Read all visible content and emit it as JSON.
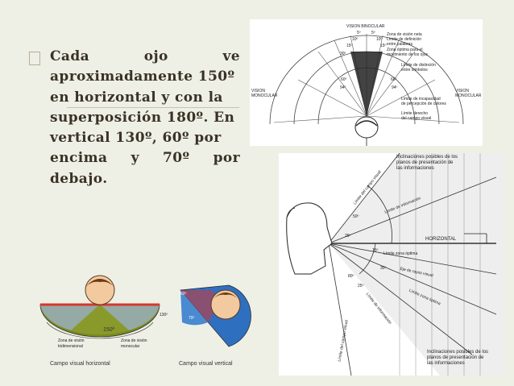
{
  "bullet_text": {
    "lines": [
      [
        "Cada",
        "ojo",
        "ve"
      ],
      [
        "aproximadamente 150º"
      ],
      [
        "en horizontal y con la"
      ],
      [
        "superposición 180º. En"
      ],
      [
        "vertical 130º, 60º por"
      ],
      [
        "encima",
        "y",
        "70º",
        "por"
      ],
      [
        "debajo."
      ]
    ]
  },
  "binocular_figure": {
    "title": "VISION BINOCULAR",
    "left_label": [
      "VISION",
      "MONOCULAR"
    ],
    "right_label": [
      "VISION",
      "MONOCULAR"
    ],
    "angles": [
      "5º",
      "5º",
      "10º",
      "10º",
      "15º",
      "15º",
      "30º",
      "60º",
      "60º",
      "94º",
      "94º"
    ],
    "notes": [
      "Zona de visión neta",
      "Límite de definición",
      "entre palabras",
      "Zona óptima para el",
      "movimiento de los ojos",
      "Límite de distinción",
      "entre símbolos",
      "Límite de incapacidad",
      "de percepción de colores",
      "Límite derecho",
      "del campo visual"
    ]
  },
  "vertical_figure": {
    "top_note": [
      "Inclinaciones posibles de los",
      "planos de presentación de",
      "las informaciones"
    ],
    "bottom_note": [
      "Inclinaciones posibles de los",
      "planos de presentación de",
      "las informaciones"
    ],
    "horizontal_label": "HORIZONTAL",
    "optimal_label": "Límite zona óptima",
    "limits": [
      "Límite del campo visual",
      "Límite de información",
      "Eje de rayos visual",
      "Límite zona óptima",
      "Límite de información",
      "Límite del campo visual"
    ],
    "angles": [
      "50º",
      "25º",
      "15º",
      "30º",
      "80º",
      "25º"
    ]
  },
  "cartoon_figure": {
    "horizontal_caption": "Campo visual horizontal",
    "vertical_caption": "Campo visual vertical",
    "zone_tri": [
      "Zona de visión",
      "tridimensional"
    ],
    "zone_mono": [
      "Zona de visión",
      "monocular"
    ],
    "angle_150": "150º",
    "angle_60": "60º",
    "angle_70": "70º",
    "angle_130": "130º"
  },
  "colors": {
    "background": "#eef0e6",
    "text": "#3b3226",
    "red_fan": "#d6372f",
    "green_fan": "#7c8a1f",
    "blue_fan": "#2f6fc0"
  }
}
